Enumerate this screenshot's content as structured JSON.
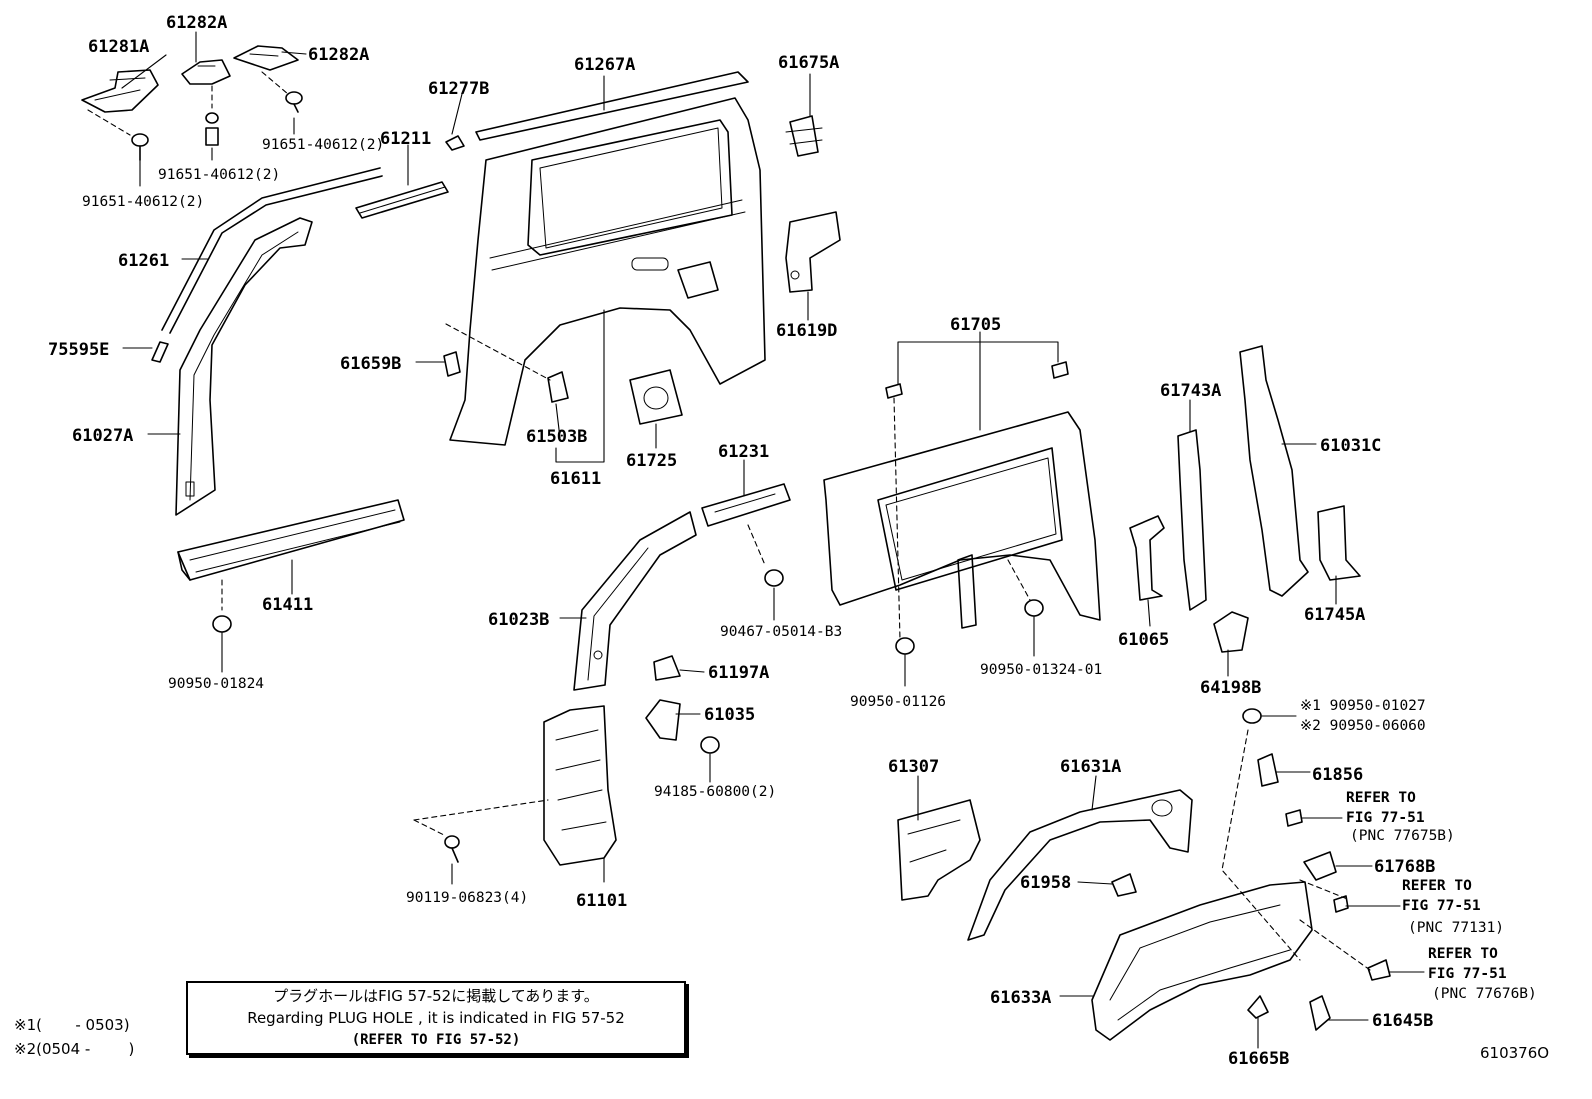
{
  "labels": {
    "p61281A": "61281A",
    "p61282A_a": "61282A",
    "p61282A_b": "61282A",
    "p91651_a": "91651-40612(2)",
    "p91651_b": "91651-40612(2)",
    "p91651_c": "91651-40612(2)",
    "p61211": "61211",
    "p61261": "61261",
    "p75595E": "75595E",
    "p61027A": "61027A",
    "p61411": "61411",
    "p90950_01824": "90950-01824",
    "p61267A": "61267A",
    "p61277B": "61277B",
    "p61675A": "61675A",
    "p61619D": "61619D",
    "p61659B": "61659B",
    "p61503B": "61503B",
    "p61611": "61611",
    "p61725": "61725",
    "p61231": "61231",
    "p61023B": "61023B",
    "p90467": "90467-05014-B3",
    "p61197A": "61197A",
    "p61035": "61035",
    "p94185": "94185-60800(2)",
    "p61101": "61101",
    "p90119": "90119-06823(4)",
    "p61705": "61705",
    "p61743A": "61743A",
    "p61031C": "61031C",
    "p61065": "61065",
    "p61745A": "61745A",
    "p64198B": "64198B",
    "p90950_01126": "90950-01126",
    "p90950_01324": "90950-01324-01",
    "p90950_01027": "※1 90950-01027",
    "p90950_06060": "※2 90950-06060",
    "p61307": "61307",
    "p61631A": "61631A",
    "p61856": "61856",
    "p61768B": "61768B",
    "p61958": "61958",
    "p61633A": "61633A",
    "p61645B": "61645B",
    "p61665B": "61665B"
  },
  "refs": {
    "r1": [
      "REFER TO",
      "FIG 77-51",
      "(PNC 77675B)"
    ],
    "r2": [
      "REFER TO",
      "FIG 77-51",
      "(PNC 77131)"
    ],
    "r3": [
      "REFER TO",
      "FIG 77-51",
      "(PNC 77676B)"
    ]
  },
  "note": {
    "line1": "プラグホールはFIG 57-52に掲載してあります。",
    "line2": "Regarding PLUG HOLE , it is indicated in FIG 57-52",
    "line3": "(REFER TO FIG 57-52)"
  },
  "footnotes": {
    "f1": "※1(       - 0503)",
    "f2": "※2(0504 -        )"
  },
  "figure_id": "610376O"
}
